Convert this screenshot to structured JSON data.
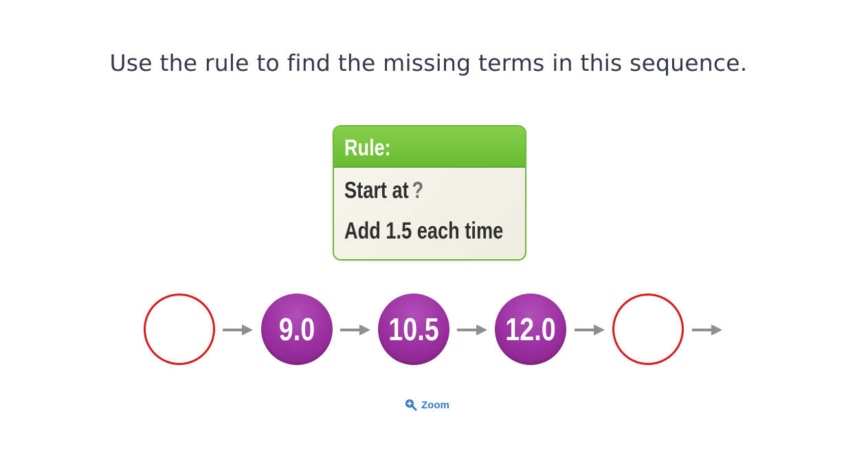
{
  "question": "Use the rule to find the missing terms in this sequence.",
  "rule": {
    "title": "Rule:",
    "start_label": "Start at",
    "start_value": "?",
    "step_text": "Add 1.5 each time"
  },
  "sequence": [
    {
      "value": "",
      "missing": true
    },
    {
      "value": "9.0",
      "missing": false
    },
    {
      "value": "10.5",
      "missing": false
    },
    {
      "value": "12.0",
      "missing": false
    },
    {
      "value": "",
      "missing": true
    }
  ],
  "zoom": {
    "label": "Zoom",
    "icon": "zoom-in-icon"
  },
  "colors": {
    "missing_border": "#d81c1c",
    "term_fill": "#9a2f9f",
    "rule_header": "#6eb83c",
    "arrow": "#8f8f8f",
    "link": "#2f7ac7"
  }
}
